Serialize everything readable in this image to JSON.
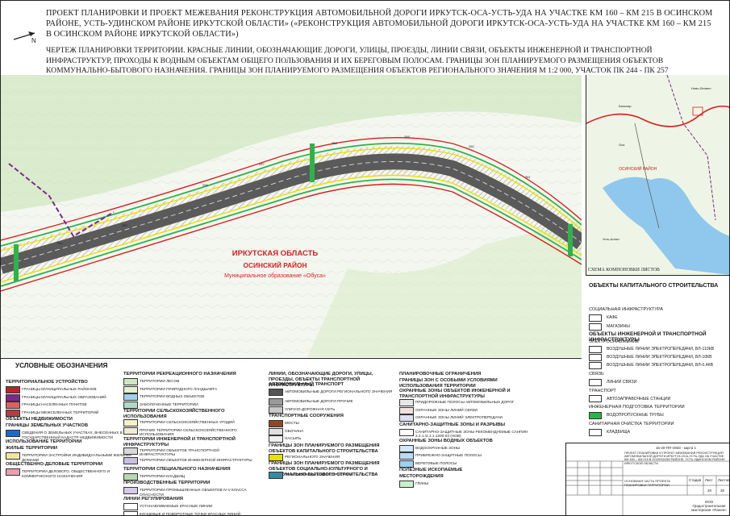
{
  "header": {
    "title": "ПРОЕКТ ПЛАНИРОВКИ И ПРОЕКТ МЕЖЕВАНИЯ РЕКОНСТРУКЦИЯ АВТОМОБИЛЬНОЙ ДОРОГИ ИРКУТСК-ОСА-УСТЬ-УДА НА УЧАСТКЕ КМ 160 – КМ 215 В ОСИНСКОМ РАЙОНЕ, УСТЬ-УДИНСКОМ РАЙОНЕ ИРКУТСКОЙ ОБЛАСТИ» («РЕКОНСТРУКЦИЯ АВТОМОБИЛЬНОЙ ДОРОГИ ИРКУТСК-ОСА-УСТЬ-УДА НА УЧАСТКЕ КМ 160 – КМ 215 В ОСИНСКОМ РАЙОНЕ ИРКУТСКОЙ ОБЛАСТИ»)",
    "subtitle": "ЧЕРТЕЖ ПЛАНИРОВКИ ТЕРРИТОРИИ. КРАСНЫЕ ЛИНИИ, ОБОЗНАЧАЮЩИЕ ДОРОГИ, УЛИЦЫ, ПРОЕЗДЫ, ЛИНИИ СВЯЗИ, ОБЪЕКТЫ ИНЖЕНЕРНОЙ И ТРАНСПОРТНОЙ ИНФРАСТРУКТУР, ПРОХОДЫ К ВОДНЫМ ОБЪЕКТАМ ОБЩЕГО ПОЛЬЗОВАНИЯ И ИХ БЕРЕГОВЫМ ПОЛОСАМ. ГРАНИЦЫ ЗОН ПЛАНИРУЕМОГО РАЗМЕЩЕНИЯ ОБЪЕКТОВ КОММУНАЛЬНО-БЫТОВОГО НАЗНАЧЕНИЯ. ГРАНИЦЫ ЗОН ПЛАНИРУЕМОГО РАЗМЕЩЕНИЯ ОБЪЕКТОВ РЕГИОНАЛЬНОГО ЗНАЧЕНИЯ М 1:2 000, УЧАСТОК ПК 244 - ПК 257"
  },
  "map": {
    "region": "ИРКУТСКАЯ ОБЛАСТЬ",
    "district": "ОСИНСКИЙ РАЙОН",
    "municipality": "Муниципальное образование «Обуса»",
    "colors": {
      "road": "#5a5a5a",
      "red_line": "#d61f1f",
      "green": "#2db34a",
      "yellow": "#e8e000",
      "purple": "#7a2a8a"
    }
  },
  "inset": {
    "caption": "СХЕМА КОМПОНОВКИ ЛИСТОВ",
    "labels": [
      "ОСИНСКИЙ РАЙОН",
      "Бильчир",
      "Оса",
      "Ново-Ленино",
      "Усть-Алтан"
    ]
  },
  "right_legend": {
    "h1": "ОБЪЕКТЫ КАПИТАЛЬНОГО СТРОИТЕЛЬСТВА",
    "social": "СОЦИАЛЬНАЯ ИНФРАСТРУКТУРА",
    "cafe": "КАФЕ",
    "shops": "МАГАЗИНЫ",
    "h2": "ОБЪЕКТЫ ИНЖЕНЕРНОЙ И ТРАНСПОРТНОЙ ИНФРАСТРУКТУРЫ",
    "power": "ЭЛЕКТРОСНАБЖЕНИЕ",
    "vl110": "ВОЗДУШНЫЕ ЛИНИИ ЭЛЕКТРОПЕРЕДАЧИ, ВЛ-110кВ",
    "vl10": "ВОЗДУШНЫЕ ЛИНИИ ЭЛЕКТРОПЕРЕДАЧИ, ВЛ-10кВ",
    "vl04": "ВОЗДУШНЫЕ ЛИНИИ ЭЛЕКТРОПЕРЕДАЧИ, ВЛ-0,4кВ",
    "comm": "СВЯЗЬ",
    "comm_line": "ЛИНИИ СВЯЗИ",
    "transport": "ТРАНСПОРТ",
    "gas": "АВТОЗАПРАВОЧНЫЕ СТАНЦИИ",
    "eng_prep": "ИНЖЕНЕРНАЯ ПОДГОТОВКА ТЕРРИТОРИИ",
    "culverts": "ВОДОПРОПУСКНЫЕ ТРУБЫ",
    "sanitary": "САНИТАРНАЯ ОЧИСТКА ТЕРРИТОРИИ",
    "cemetery": "КЛАДБИЩА"
  },
  "legend": {
    "title": "УСЛОВНЫЕ ОБОЗНАЧЕНИЯ",
    "c1": [
      {
        "t": "h",
        "text": "ТЕРРИТОРИАЛЬНОЕ УСТРОЙСТВО"
      },
      {
        "t": "i",
        "text": "ГРАНИЦЫ МУНИЦИПАЛЬНЫХ РАЙОНОВ",
        "color": "#c0202a"
      },
      {
        "t": "i",
        "text": "ГРАНИЦЫ МУНИЦИПАЛЬНЫХ ОБРАЗОВАНИЙ",
        "color": "#7a2a8a"
      },
      {
        "t": "i",
        "text": "ГРАНИЦЫ НАСЕЛЕННЫХ ПУНКТОВ",
        "color": "#e06060"
      },
      {
        "t": "i",
        "text": "ГРАНИЦЫ МЕЖСЕЛЕННЫХ ТЕРРИТОРИЙ",
        "color": "#b04040"
      },
      {
        "t": "h",
        "text": "ОБЪЕКТЫ НЕДВИЖИМОСТИ"
      },
      {
        "t": "h",
        "text": "ГРАНИЦЫ ЗЕМЕЛЬНЫХ УЧАСТКОВ"
      },
      {
        "t": "i",
        "text": "СВЕДЕНИЯ О ЗЕМЕЛЬНЫХ УЧАСТКАХ, ВНЕСЕННЫХ В ГОСУДАРСТВЕННЫЙ КАДАСТР НЕДВИЖИМОСТИ",
        "color": "#1a6ad0"
      },
      {
        "t": "h",
        "text": "ИСПОЛЬЗОВАНИЕ ТЕРРИТОРИИ"
      },
      {
        "t": "h",
        "text": "ЖИЛЫЕ ТЕРРИТОРИИ"
      },
      {
        "t": "i",
        "text": "ТЕРРИТОРИИ ЗАСТРОЙКИ ИНДИВИДУАЛЬНЫМИ ЖИЛЫМИ ДОМАМИ",
        "color": "#f4e4a0"
      },
      {
        "t": "h",
        "text": "ОБЩЕСТВЕННО-ДЕЛОВЫЕ ТЕРРИТОРИИ"
      },
      {
        "t": "i",
        "text": "ТЕРРИТОРИИ ДЕЛОВОГО, ОБЩЕСТВЕННОГО И КОММЕРЧЕСКОГО НАЗНАЧЕНИЯ",
        "color": "#e8a0b0"
      }
    ],
    "c2": [
      {
        "t": "h",
        "text": "ТЕРРИТОРИИ РЕКРЕАЦИОННОГО НАЗНАЧЕНИЯ"
      },
      {
        "t": "i",
        "text": "ТЕРРИТОРИИ ЛЕСОВ",
        "color": "#cfe6c0"
      },
      {
        "t": "i",
        "text": "ТЕРРИТОРИИ ПРИРОДНОГО ЛАНДШАФТА",
        "color": "#e2f0d0"
      },
      {
        "t": "i",
        "text": "ТЕРРИТОРИИ ВОДНЫХ ОБЪЕКТОВ",
        "color": "#9fd0f0"
      },
      {
        "t": "i",
        "text": "ЗАБОЛОЧЕННЫЕ ТЕРРИТОРИИ",
        "color": "#b0d8c8"
      },
      {
        "t": "h",
        "text": "ТЕРРИТОРИИ СЕЛЬСКОХОЗЯЙСТВЕННОГО ИСПОЛЬЗОВАНИЯ"
      },
      {
        "t": "i",
        "text": "ТЕРРИТОРИИ СЕЛЬСКОХОЗЯЙСТВЕННЫХ УГОДИЙ",
        "color": "#f5f0c8"
      },
      {
        "t": "i",
        "text": "ПРОЧИЕ ТЕРРИТОРИИ СЕЛЬСКОХОЗЯЙСТВЕННОГО ИСПОЛЬЗОВАНИЯ",
        "color": "#f0ead8"
      },
      {
        "t": "h",
        "text": "ТЕРРИТОРИИ ИНЖЕНЕРНОЙ И ТРАНСПОРТНОЙ ИНФРАСТРУКТУРЫ"
      },
      {
        "t": "i",
        "text": "ТЕРРИТОРИИ ОБЪЕКТОВ ТРАНСПОРТНОЙ ИНФРАСТРУКТУРЫ",
        "color": "#d8d8d8"
      },
      {
        "t": "i",
        "text": "ТЕРРИТОРИИ ОБЪЕКТОВ ИНЖЕНЕРНОЙ ИНФРАСТРУКТУРЫ",
        "color": "#c8c0e0"
      },
      {
        "t": "h",
        "text": "ТЕРРИТОРИИ СПЕЦИАЛЬНОГО НАЗНАЧЕНИЯ"
      },
      {
        "t": "i",
        "text": "ТЕРРИТОРИИ КЛАДБИЩ",
        "color": "#b8d8b0"
      },
      {
        "t": "h",
        "text": "ПРОИЗВОДСТВЕННЫЕ ТЕРРИТОРИИ"
      },
      {
        "t": "i",
        "text": "ТЕРРИТОРИИ ПРОМЫШЛЕННЫХ ОБЪЕКТОВ IV-V КЛАССА ОПАСНОСТИ",
        "color": "#d8c8e8"
      },
      {
        "t": "h",
        "text": "ЛИНИИ РЕГУЛИРОВАНИЯ"
      },
      {
        "t": "i",
        "text": "УСТАНАВЛИВАЕМЫЕ КРАСНЫЕ ЛИНИИ",
        "color": "#ffffff"
      },
      {
        "t": "i",
        "text": "КОНЦЕВЫЕ И ПОВОРОТНЫЕ ТОЧКИ КРАСНЫХ ЛИНИЙ",
        "color": "#ffffff"
      }
    ],
    "c3": [
      {
        "t": "h",
        "text": "ЛИНИИ, ОБОЗНАЧАЮЩИЕ ДОРОГИ, УЛИЦЫ, ПРОЕЗДЫ, ОБЪЕКТЫ ТРАНСПОРТНОЙ ИНФРАСТРУКТУРЫ"
      },
      {
        "t": "h",
        "text": "АВТОМОБИЛЬНЫЙ ТРАНСПОРТ"
      },
      {
        "t": "i",
        "text": "АВТОМОБИЛЬНЫЕ ДОРОГИ РЕГИОНАЛЬНОГО ЗНАЧЕНИЯ",
        "color": "#555555"
      },
      {
        "t": "i",
        "text": "АВТОМОБИЛЬНЫЕ ДОРОГИ ПРОЧИЕ",
        "color": "#9a9a9a"
      },
      {
        "t": "i",
        "text": "УЛИЧНО-ДОРОЖНАЯ СЕТЬ",
        "color": "#c8c8c8"
      },
      {
        "t": "h",
        "text": "ТРАНСПОРТНЫЕ СООРУЖЕНИЯ"
      },
      {
        "t": "i",
        "text": "МОСТЫ",
        "color": "#8a4a2a"
      },
      {
        "t": "i",
        "text": "ОБОЧИНА",
        "color": "#e0e0e0"
      },
      {
        "t": "i",
        "text": "НАСЫПЬ",
        "color": "#f0f0f0"
      },
      {
        "t": "h",
        "text": "ГРАНИЦЫ ЗОН ПЛАНИРУЕМОГО РАЗМЕЩЕНИЯ ОБЪЕКТОВ КАПИТАЛЬНОГО СТРОИТЕЛЬСТВА"
      },
      {
        "t": "i",
        "text": "РЕГИОНАЛЬНОГО ЗНАЧЕНИЯ",
        "color": "#e8e000"
      },
      {
        "t": "h",
        "text": "ГРАНИЦЫ ЗОН ПЛАНИРУЕМОГО РАЗМЕЩЕНИЯ ОБЪЕКТОВ СОЦИАЛЬНО-КУЛЬТУРНОГО И КОММУНАЛЬНО-БЫТОВОГО СТРОИТЕЛЬСТВА"
      },
      {
        "t": "i",
        "text": "ТРАНСПОРТНОЙ ИНФРАСТРУКТУРЫ",
        "color": "#3a8aa0"
      }
    ],
    "c4": [
      {
        "t": "h",
        "text": "ПЛАНИРОВОЧНЫЕ ОГРАНИЧЕНИЯ"
      },
      {
        "t": "h",
        "text": "ГРАНИЦЫ ЗОН С ОСОБЫМИ УСЛОВИЯМИ ИСПОЛЬЗОВАНИЯ ТЕРРИТОРИИ"
      },
      {
        "t": "h",
        "text": "ОХРАННЫЕ ЗОНЫ ОБЪЕКТОВ ИНЖЕНЕРНОЙ И ТРАНСПОРТНОЙ ИНФРАСТРУКТУРЫ"
      },
      {
        "t": "i",
        "text": "ПРИДОРОЖНЫЕ ПОЛОСЫ АВТОМОБИЛЬНЫХ ДОРОГ",
        "color": "#e8e8e8"
      },
      {
        "t": "i",
        "text": "ОХРАННЫЕ ЗОНЫ ЛИНИЙ СВЯЗИ",
        "color": "#f0e0e0"
      },
      {
        "t": "i",
        "text": "ОХРАННЫЕ ЗОНЫ ЛИНИЙ ЭЛЕКТРОПЕРЕДАЧИ",
        "color": "#e0e0f0"
      },
      {
        "t": "h",
        "text": "САНИТАРНО-ЗАЩИТНЫЕ ЗОНЫ И РАЗРЫВЫ"
      },
      {
        "t": "i",
        "text": "САНИТАРНО-ЗАЩИТНЫЕ ЗОНЫ РЕКОМЕНДУЕМЫЕ СанПиН 2.2.1./2.1.1.1200-03 (нов)",
        "color": "#ffffff"
      },
      {
        "t": "h",
        "text": "ОХРАННЫЕ ЗОНЫ ВОДНЫХ ОБЪЕКТОВ"
      },
      {
        "t": "i",
        "text": "ВОДООХРАННЫЕ ЗОНЫ",
        "color": "#d0e8f8"
      },
      {
        "t": "i",
        "text": "ПРИБРЕЖНО-ЗАЩИТНЫЕ ПОЛОСЫ",
        "color": "#b8dcf4"
      },
      {
        "t": "i",
        "text": "БЕРЕГОВЫЕ ПОЛОСЫ",
        "color": "#a0d0f0"
      },
      {
        "t": "h",
        "text": "ПОЛЕЗНЫЕ ИСКОПАЕМЫЕ"
      },
      {
        "t": "h",
        "text": "МЕСТОРОЖДЕНИЯ"
      },
      {
        "t": "i",
        "text": "ГЛИНЫ",
        "color": "#c8f0c8"
      }
    ]
  },
  "stamp": {
    "code": "15-20-ПП-ОМЗ - карта 1",
    "desc": "ПРОЕКТ ПЛАНИРОВКИ И ПРОЕКТ МЕЖЕВАНИЯ РЕКОНСТРУКЦИЯ АВТОМОБИЛЬНОЙ ДОРОГИ ИРКУТСК-ОСА-УСТЬ-УДА НА УЧАСТКЕ КМ 160 – КМ 215 В ОСИНСКОМ РАЙОНЕ, УСТЬ-УДИНСКОМ РАЙОНЕ ИРКУТСКОЙ ОБЛАСТИ",
    "stage": "Стадия",
    "sheet": "Лист",
    "sheets": "Листов",
    "sheet_no": "20",
    "sheets_total": "30",
    "company": "ООО Градостроительная мастерская «Панея»",
    "drawing": "ОСНОВНАЯ ЧАСТЬ ПРОЕКТА ПЛАНИРОВКИ ТЕРРИТОРИИ"
  }
}
